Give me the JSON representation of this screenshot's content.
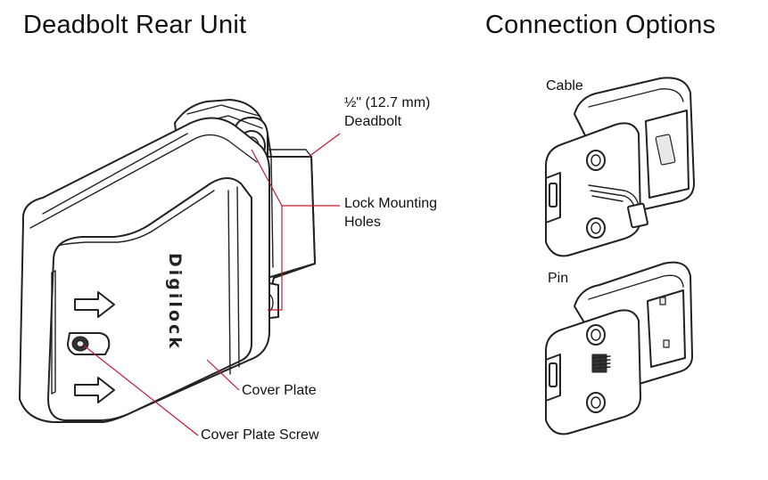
{
  "titles": {
    "left": "Deadbolt Rear Unit",
    "right": "Connection Options"
  },
  "labels": {
    "deadbolt_line1": "½\" (12.7 mm)",
    "deadbolt_line2": "Deadbolt",
    "mounting_line1": "Lock Mounting",
    "mounting_line2": "Holes",
    "cover_plate": "Cover Plate",
    "cover_plate_screw": "Cover Plate Screw",
    "cable": "Cable",
    "pin": "Pin"
  },
  "brand_text": "Digilock",
  "colors": {
    "leader_line": "#c21a30",
    "outline": "#222222"
  },
  "icons": [
    "arrow-right-icon",
    "arrow-right-icon"
  ]
}
